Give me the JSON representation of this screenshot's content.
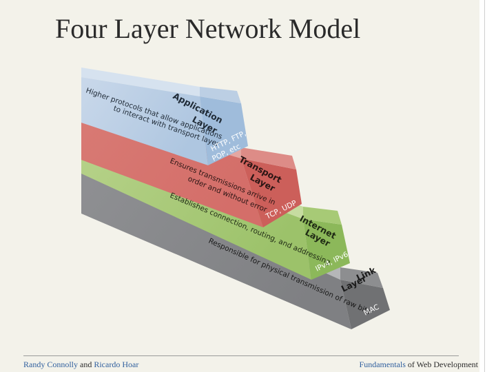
{
  "slide": {
    "title": "Four Layer Network Model"
  },
  "layers": [
    {
      "name_lines": [
        "Application",
        "Layer"
      ],
      "desc_lines": [
        "Higher protocols that allow applications",
        "to interact with transport layer"
      ],
      "proto_lines": [
        "HTTP, FTP,",
        "POP, etc"
      ],
      "color": "#c7d6e8"
    },
    {
      "name_lines": [
        "Transport",
        "Layer"
      ],
      "desc_lines": [
        "Ensures transmissions arrive in",
        "order and without error"
      ],
      "proto_lines": [
        "TCP, UDP"
      ],
      "color": "#e19a96"
    },
    {
      "name_lines": [
        "Internet",
        "Layer"
      ],
      "desc_lines": [
        "Establishes connection, routing, and addressing"
      ],
      "proto_lines": [
        "IPv4, IPv6"
      ],
      "color": "#b9d28c"
    },
    {
      "name_lines": [
        "Link",
        "Layer"
      ],
      "desc_lines": [
        "Responsible for physical transmission of raw bits"
      ],
      "proto_lines": [
        "MAC"
      ],
      "color": "#a3a4a6"
    }
  ],
  "footer": {
    "authors": {
      "author1": "Randy Connolly",
      "conjunction": "and",
      "author2": "Ricardo Hoar"
    },
    "book": {
      "title_word": "Fundamentals",
      "rest": "of Web Development"
    }
  }
}
